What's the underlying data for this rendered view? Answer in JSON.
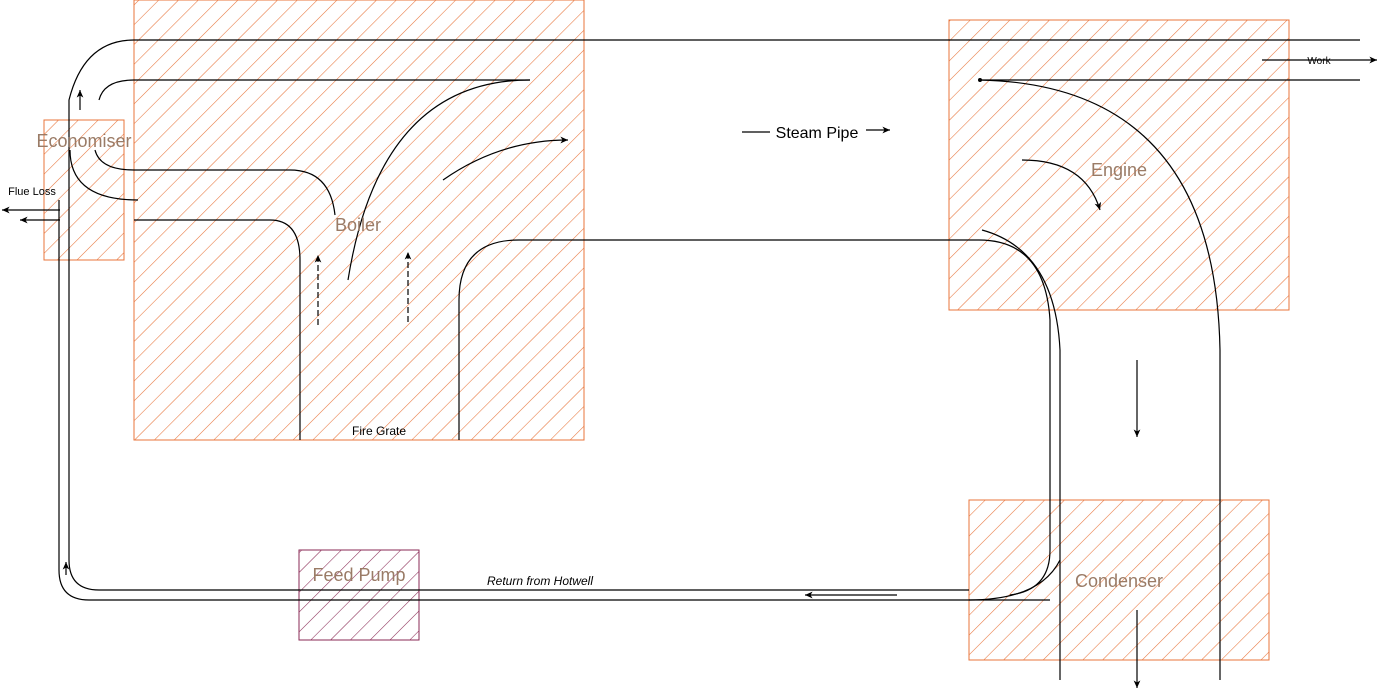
{
  "components": {
    "boiler": "Boiler",
    "economiser": "Economiser",
    "engine": "Engine",
    "condenser": "Condenser",
    "feed_pump": "Feed Pump"
  },
  "labels": {
    "steam_pipe": "Steam Pipe",
    "work": "Work",
    "flue_loss": "Flue Loss",
    "fire_grate": "Fire Grate",
    "return_from_hotwell": "Return from Hotwell"
  },
  "colors": {
    "hatch_orange": "#e8743b",
    "hatch_purple": "#8a2a55",
    "label_brown": "#9a7b66",
    "line": "#000000"
  }
}
